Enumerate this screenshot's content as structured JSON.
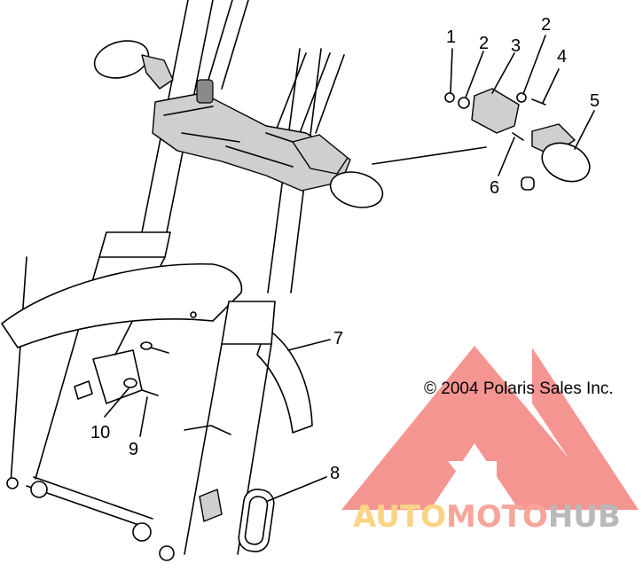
{
  "diagram": {
    "callouts": [
      {
        "id": "1",
        "label": "1"
      },
      {
        "id": "2a",
        "label": "2"
      },
      {
        "id": "3",
        "label": "3"
      },
      {
        "id": "2b",
        "label": "2"
      },
      {
        "id": "4",
        "label": "4"
      },
      {
        "id": "5",
        "label": "5"
      },
      {
        "id": "6",
        "label": "6"
      },
      {
        "id": "7",
        "label": "7"
      },
      {
        "id": "8",
        "label": "8"
      },
      {
        "id": "9",
        "label": "9"
      },
      {
        "id": "10",
        "label": "10"
      }
    ],
    "copyright": "© 2004 Polaris Sales Inc."
  },
  "watermark": {
    "part1": "AUTO",
    "part2": "MOTO",
    "part3": "HUB",
    "colors": {
      "triangle": "#f0504a",
      "auto": "#f7b733",
      "moto": "#f26a5a",
      "hub": "#8b8b8b"
    }
  }
}
